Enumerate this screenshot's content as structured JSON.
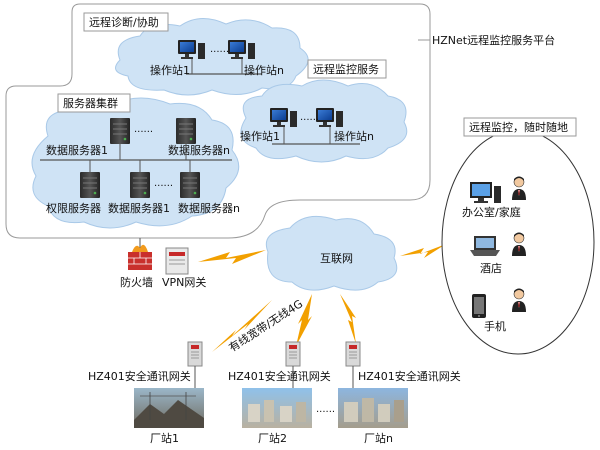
{
  "platform": {
    "title": "HZNet远程监控服务平台",
    "remote_diag_title": "远程诊断/协助",
    "remote_monitor_title": "远程监控服务",
    "server_cluster_title": "服务器集群",
    "diag_station_1": "操作站1",
    "diag_station_n": "操作站n",
    "monitor_station_1": "操作站1",
    "monitor_station_n": "操作站n",
    "data_server_1": "数据服务器1",
    "data_server_n": "数据服务器n",
    "auth_server": "权限服务器",
    "data_server_1b": "数据服务器1",
    "data_server_nb": "数据服务器n",
    "ellipsis": "......"
  },
  "network": {
    "firewall": "防火墙",
    "vpn_gateway": "VPN网关",
    "internet": "互联网",
    "link_label": "有线宽带/无线4G"
  },
  "remote_access": {
    "title": "远程监控，随时随地",
    "devices": [
      "办公室/家庭",
      "酒店",
      "手机"
    ]
  },
  "sites": {
    "gateway_labels": [
      "HZ401安全通讯网关",
      "HZ401安全通讯网关",
      "HZ401安全通讯网关"
    ],
    "station_labels": [
      "厂站1",
      "厂站2",
      "厂站n"
    ],
    "ellipsis": "......"
  },
  "colors": {
    "cloud_fill": "#cfe3f5",
    "cloud_stroke": "#a9c9e8",
    "lightning": "#f2a000",
    "panel_stroke": "#9a9a9a"
  }
}
